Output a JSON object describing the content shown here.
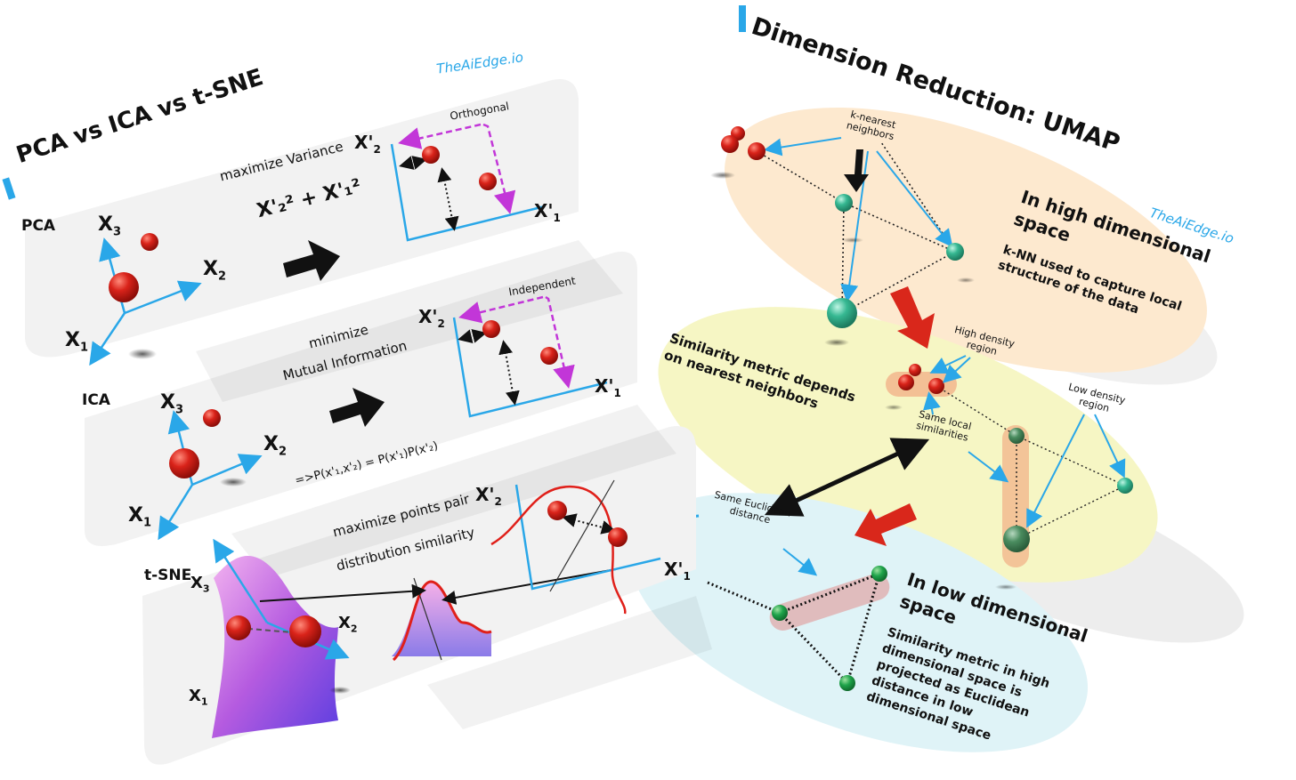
{
  "left_panel": {
    "title": "PCA vs ICA vs t-SNE",
    "watermark": "TheAiEdge.io",
    "accent_color": "#2aa7e8",
    "pca": {
      "label": "PCA",
      "axis_x1": "X",
      "axis_x1_sub": "1",
      "axis_x2": "X",
      "axis_x2_sub": "2",
      "axis_x3": "X",
      "axis_x3_sub": "3",
      "objective": "maximize Variance",
      "formula": "X'₂² + X'₁²",
      "plot_note": "Orthogonal",
      "plot_x": "X'",
      "plot_x_sub": "1",
      "plot_y": "X'",
      "plot_y_sub": "2"
    },
    "ica": {
      "label": "ICA",
      "objective_line1": "minimize",
      "objective_line2": "Mutual Information",
      "formula": "=>P(x'₁,x'₂) = P(x'₁)P(x'₂)",
      "plot_note": "Independent",
      "axis_x1": "X",
      "axis_x1_sub": "1",
      "axis_x2": "X",
      "axis_x2_sub": "2",
      "axis_x3": "X",
      "axis_x3_sub": "3",
      "plot_x": "X'",
      "plot_x_sub": "1",
      "plot_y": "X'",
      "plot_y_sub": "2"
    },
    "tsne": {
      "label": "t-SNE",
      "objective_line1": "maximize points pair",
      "objective_line2": "distribution similarity",
      "axis_x1": "X",
      "axis_x1_sub": "1",
      "axis_x2": "X",
      "axis_x2_sub": "2",
      "axis_x3": "X",
      "axis_x3_sub": "3",
      "plot_x": "X'",
      "plot_x_sub": "1",
      "plot_y": "X'",
      "plot_y_sub": "2"
    }
  },
  "right_panel": {
    "title": "Dimension Reduction: UMAP",
    "watermark": "TheAiEdge.io",
    "high_dim": {
      "heading_line1": "In high dimensional",
      "heading_line2": "space",
      "desc_line1": "k-NN used to capture local",
      "desc_line2": "structure of the data",
      "knn_line1": "k-nearest",
      "knn_line2": "neighbors",
      "color": "#fde9cf"
    },
    "similarity": {
      "text_line1": "Similarity metric depends",
      "text_line2": "on nearest neighbors",
      "high_density_line1": "High density",
      "high_density_line2": "region",
      "low_density_line1": "Low density",
      "low_density_line2": "region",
      "same_local_line1": "Same local",
      "same_local_line2": "similarities",
      "color": "#f6f6c4"
    },
    "low_dim": {
      "heading_line1": "In low dimensional",
      "heading_line2": "space",
      "desc_lines": [
        "Similarity metric in high",
        "dimensional space is",
        "projected as Euclidean",
        "distance in low",
        "dimensional space"
      ],
      "euclid_line1": "Same Euclidean",
      "euclid_line2": "distance",
      "color": "#dff3f7"
    }
  }
}
